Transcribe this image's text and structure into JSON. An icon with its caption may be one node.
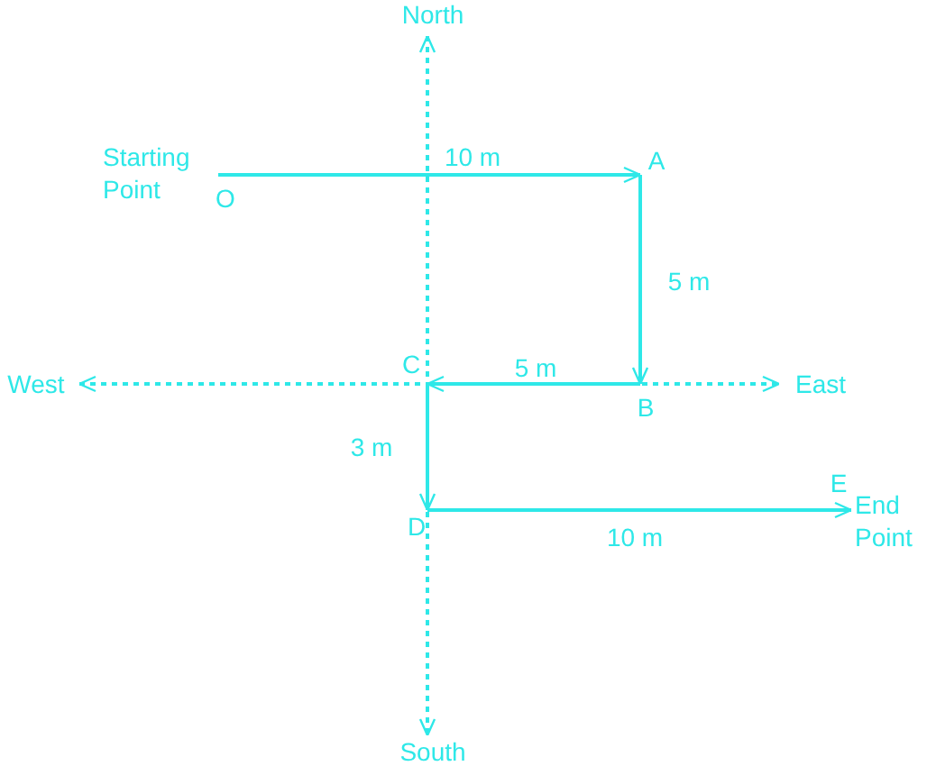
{
  "diagram": {
    "nodes": [
      {
        "text": [
          "O"
        ],
        "beside": [
          "Starting Point"
        ]
      },
      {
        "text": [
          "A"
        ]
      },
      {
        "text": [
          "B"
        ]
      },
      {
        "text": [
          "C"
        ]
      },
      {
        "text": [
          "D"
        ]
      },
      {
        "text": [
          "E"
        ],
        "beside": [
          "End Point"
        ]
      }
    ],
    "edges": [
      {
        "from": 0,
        "to": 1,
        "arrow": "to",
        "label": "10 m"
      },
      {
        "from": 1,
        "to": 2,
        "arrow": "to",
        "label": "5 m"
      },
      {
        "from": 2,
        "to": 3,
        "arrow": "to",
        "label": "5 m"
      },
      {
        "from": 3,
        "to": 4,
        "arrow": "to",
        "label": "3 m"
      },
      {
        "from": 4,
        "to": 5,
        "arrow": "to",
        "label": "10 m"
      }
    ],
    "labels": [
      "North",
      "West",
      "East",
      "South"
    ]
  }
}
